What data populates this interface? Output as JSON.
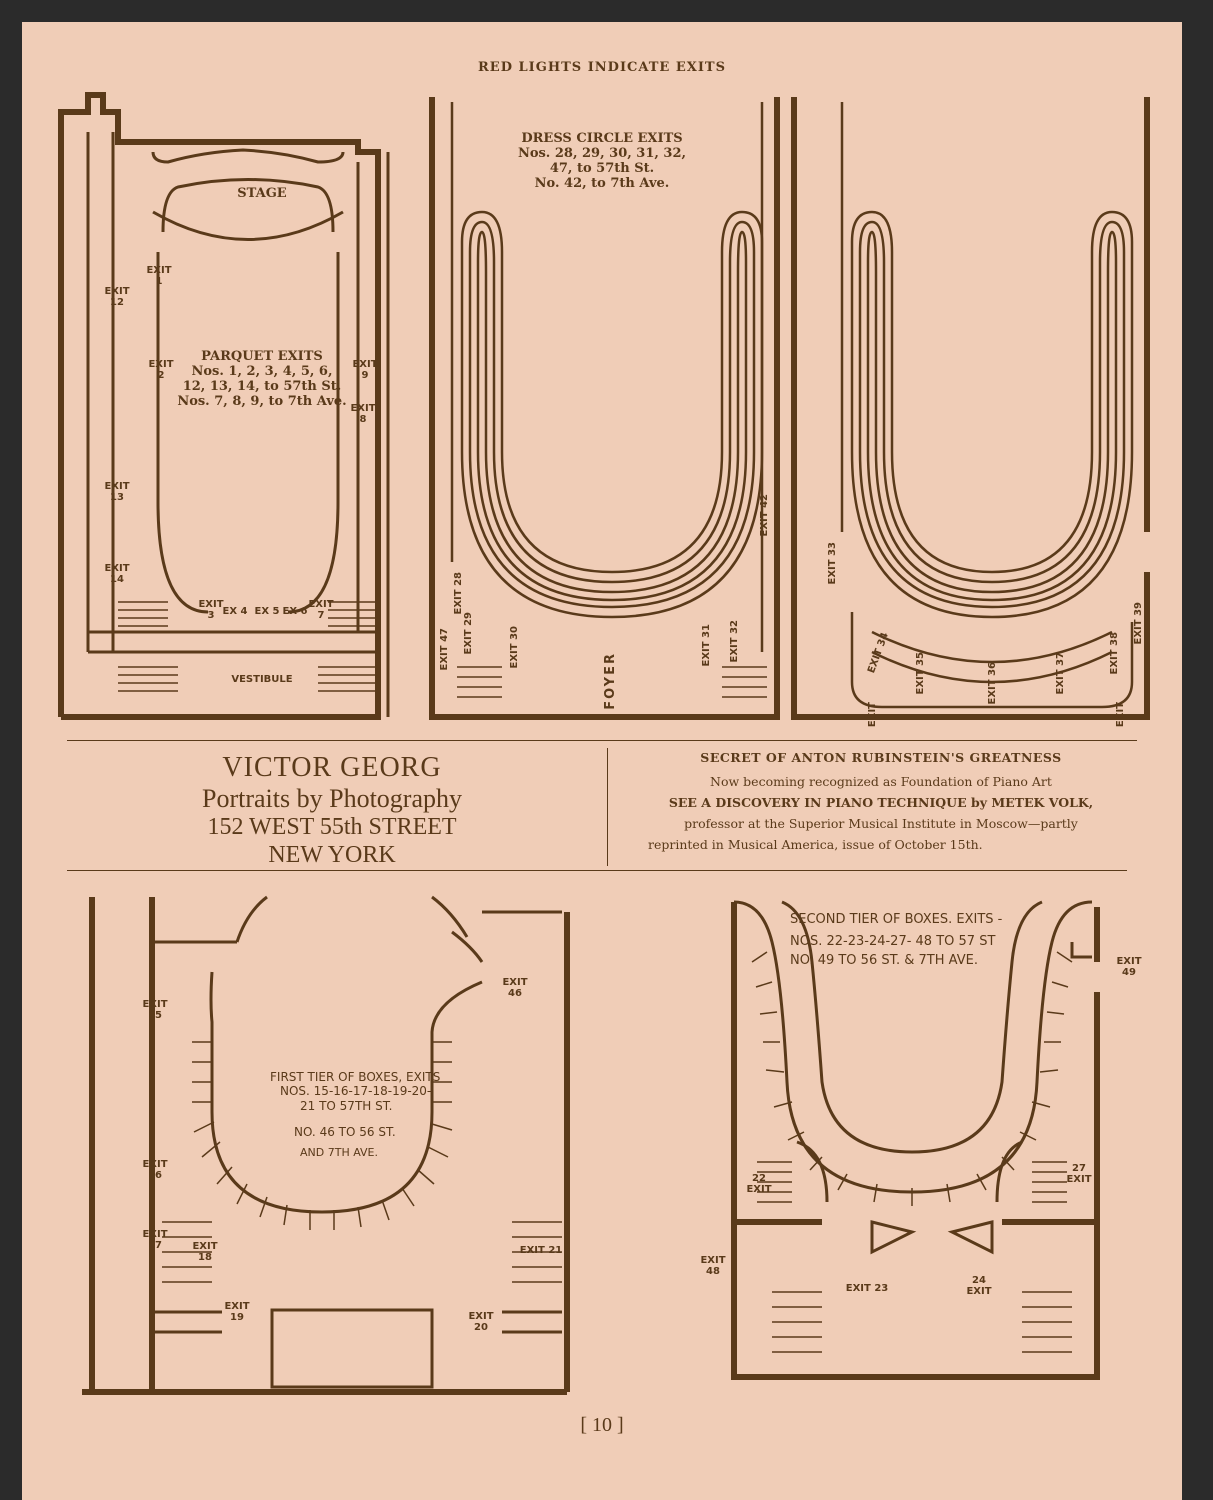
{
  "header": "RED LIGHTS INDICATE EXITS",
  "plan1": {
    "stage": "STAGE",
    "vestibule": "VESTIBULE",
    "title": "PARQUET EXITS",
    "line1": "Nos. 1, 2, 3, 4, 5, 6,",
    "line2": "12, 13, 14, to 57th St.",
    "line3": "Nos. 7, 8, 9, to 7th Ave.",
    "exits": [
      "EXIT 1",
      "EXIT 2",
      "EXIT 12",
      "EXIT 13",
      "EXIT 14",
      "EXIT 9",
      "EXIT 8",
      "EXIT 3",
      "EX 4",
      "EX 5",
      "EX 6",
      "EXIT 7"
    ]
  },
  "plan2": {
    "title": "DRESS CIRCLE EXITS",
    "line1": "Nos. 28, 29, 30, 31, 32,",
    "line2": "47, to 57th St.",
    "line3": "No. 42, to 7th Ave.",
    "foyer": "FOYER",
    "exits": [
      "EXIT 28",
      "EXIT 47",
      "EXIT 29",
      "EXIT 30",
      "EXIT 31",
      "EXIT 32",
      "EXIT 42"
    ]
  },
  "plan3": {
    "exits": [
      "EXIT 33",
      "EXIT 34",
      "EXIT 35",
      "EXIT 36",
      "EXIT 37",
      "EXIT 38",
      "EXIT 39",
      "EXIT",
      "EXIT"
    ]
  },
  "ad_victor": {
    "name": "VICTOR GEORG",
    "line1": "Portraits by Photography",
    "line2": "152 WEST 55th STREET",
    "line3": "NEW YORK"
  },
  "ad_rubinstein": {
    "title": "SECRET OF ANTON RUBINSTEIN'S GREATNESS",
    "line1": "Now becoming recognized as Foundation of Piano Art",
    "line2": "SEE A DISCOVERY IN PIANO TECHNIQUE by METEK VOLK,",
    "line3": "professor at the Superior Musical Institute in Moscow—partly",
    "line4": "reprinted in Musical America, issue of October 15th."
  },
  "plan4": {
    "title": "FIRST TIER OF BOXES, EXITS",
    "line1": "NOS. 15-16-17-18-19-20-",
    "line2": "21 TO 57TH ST.",
    "line3": "NO. 46 TO 56 ST.",
    "line4": "AND 7TH AVE.",
    "exits": [
      "EXIT 15",
      "EXIT 16",
      "EXIT 17",
      "EXIT 18",
      "EXIT 19",
      "EXIT 20",
      "EXIT 21",
      "EXIT 46"
    ]
  },
  "plan5": {
    "title": "SECOND TIER OF BOXES. EXITS -",
    "line1": "NOS. 22-23-24-27- 48 TO 57 ST",
    "line2": "NO. 49 TO 56 ST. & 7TH AVE.",
    "exits": [
      "22 EXIT",
      "27 EXIT",
      "EXIT 48",
      "EXIT 49",
      "EXIT 23",
      "24 EXIT"
    ]
  },
  "page_number": "[ 10 ]",
  "colors": {
    "paper": "#f0cdb7",
    "ink": "#5a3a1a",
    "background": "#2b2b2b"
  }
}
